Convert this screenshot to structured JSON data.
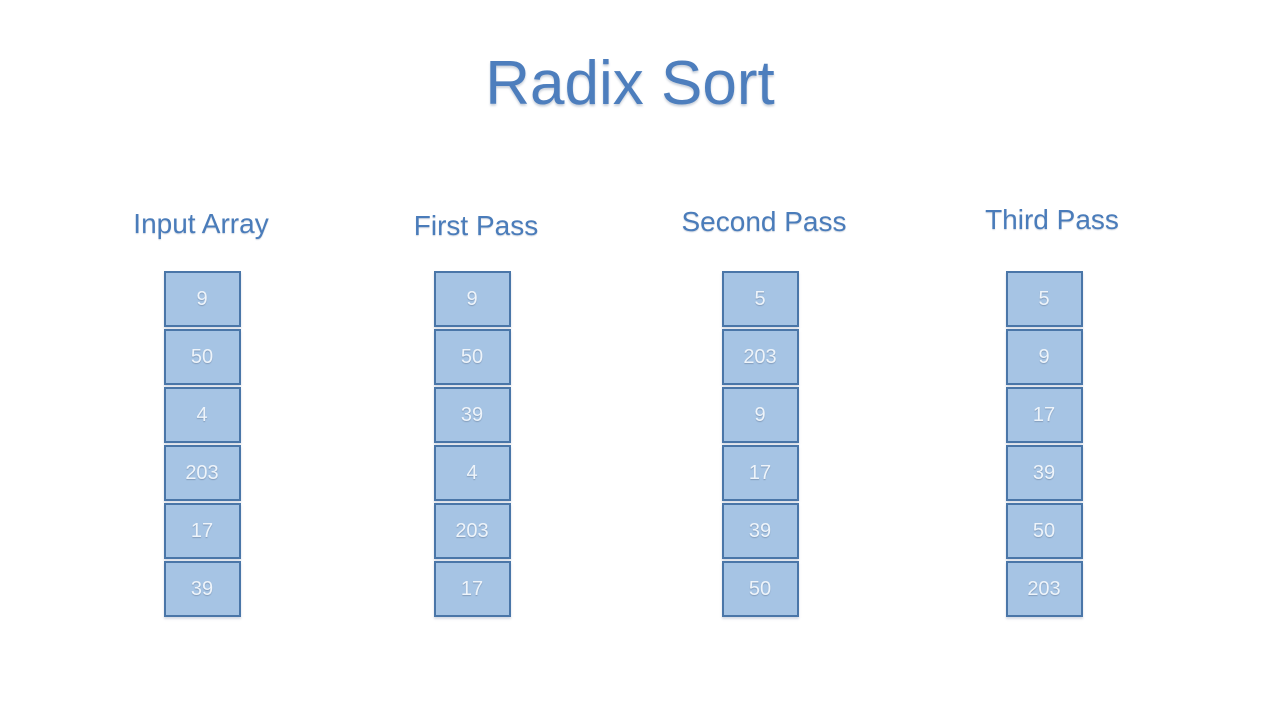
{
  "title": "Radix Sort",
  "colors": {
    "accent_blue": "#4d7ebd",
    "label_blue": "#4a7cba",
    "cell_fill": "#a6c4e4",
    "cell_border": "#4a76a8",
    "cell_text": "#eef4fa",
    "background": "#ffffff"
  },
  "columns": [
    {
      "label": "Input Array",
      "values": [
        "9",
        "50",
        "4",
        "203",
        "17",
        "39"
      ]
    },
    {
      "label": "First Pass",
      "values": [
        "9",
        "50",
        "39",
        "4",
        "203",
        "17"
      ]
    },
    {
      "label": "Second Pass",
      "values": [
        "5",
        "203",
        "9",
        "17",
        "39",
        "50"
      ]
    },
    {
      "label": "Third Pass",
      "values": [
        "5",
        "9",
        "17",
        "39",
        "50",
        "203"
      ]
    }
  ]
}
